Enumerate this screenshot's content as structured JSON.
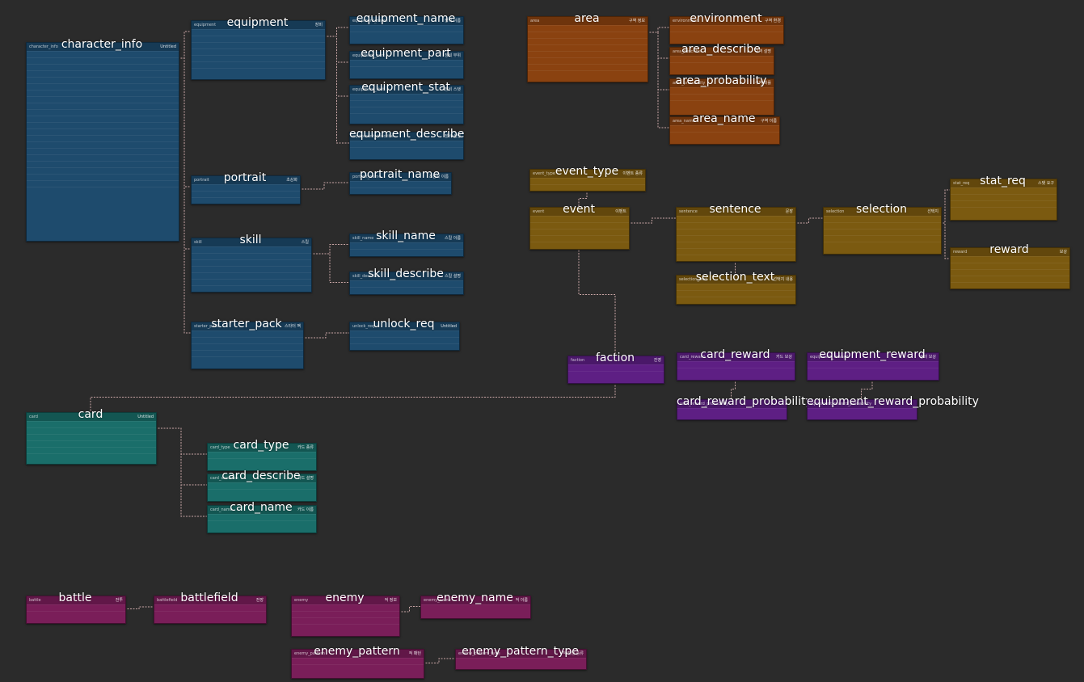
{
  "diagram": {
    "tables": [
      {
        "id": "character_info",
        "name": "character_info",
        "header": "character_info",
        "comment": "Untitled",
        "theme": "blue",
        "rows": 22
      },
      {
        "id": "equipment",
        "name": "equipment",
        "header": "equipment",
        "comment": "장비",
        "theme": "blue",
        "rows": 8
      },
      {
        "id": "equipment_name",
        "name": "equipment_name",
        "header": "equipment_name",
        "comment": "장비 이름",
        "theme": "blue",
        "rows": 2
      },
      {
        "id": "equipment_part",
        "name": "equipment_part",
        "header": "equipment_part",
        "comment": "장비 부위",
        "theme": "blue",
        "rows": 2
      },
      {
        "id": "equipment_stat",
        "name": "equipment_stat",
        "header": "equipment_stat",
        "comment": "장비 스탯",
        "theme": "blue",
        "rows": 4
      },
      {
        "id": "equipment_describe",
        "name": "equipment_describe",
        "header": "equipment_describe",
        "comment": "장비 설명",
        "theme": "blue",
        "rows": 2
      },
      {
        "id": "portrait",
        "name": "portrait",
        "header": "portrait",
        "comment": "초상화",
        "theme": "blue",
        "rows": 3
      },
      {
        "id": "portrait_name",
        "name": "portrait_name",
        "header": "portrait_name",
        "comment": "초상화 이름",
        "theme": "blue",
        "rows": 2
      },
      {
        "id": "skill",
        "name": "skill",
        "header": "skill",
        "comment": "스킬",
        "theme": "blue",
        "rows": 7
      },
      {
        "id": "skill_name",
        "name": "skill_name",
        "header": "skill_name",
        "comment": "스킬 이름",
        "theme": "blue",
        "rows": 2
      },
      {
        "id": "skill_describe",
        "name": "skill_describe",
        "header": "skill_describe",
        "comment": "스킬 설명",
        "theme": "blue",
        "rows": 2
      },
      {
        "id": "starter_pack",
        "name": "starter_pack",
        "header": "starter_pack",
        "comment": "스타터 팩",
        "theme": "blue",
        "rows": 6
      },
      {
        "id": "unlock_req",
        "name": "unlock_req",
        "header": "unlock_req",
        "comment": "Untitled",
        "theme": "blue",
        "rows": 3
      },
      {
        "id": "area",
        "name": "area",
        "header": "area",
        "comment": "구역 정보",
        "theme": "orange",
        "rows": 9
      },
      {
        "id": "environment",
        "name": "environment",
        "header": "environment",
        "comment": "구역 환경",
        "theme": "orange",
        "rows": 2
      },
      {
        "id": "area_describe",
        "name": "area_describe",
        "header": "area_describe",
        "comment": "구역 설명",
        "theme": "orange",
        "rows": 2
      },
      {
        "id": "area_probability",
        "name": "area_probability",
        "header": "area_probability",
        "comment": "구역 확률",
        "theme": "orange",
        "rows": 3
      },
      {
        "id": "area_name",
        "name": "area_name",
        "header": "area_name",
        "comment": "구역 이름",
        "theme": "orange",
        "rows": 2
      },
      {
        "id": "event_type",
        "name": "event_type",
        "header": "event_type",
        "comment": "이벤트 종류",
        "theme": "gold",
        "rows": 2
      },
      {
        "id": "event",
        "name": "event",
        "header": "event",
        "comment": "이벤트",
        "theme": "gold",
        "rows": 5
      },
      {
        "id": "sentence",
        "name": "sentence",
        "header": "sentence",
        "comment": "문장",
        "theme": "gold",
        "rows": 7
      },
      {
        "id": "selection",
        "name": "selection",
        "header": "selection",
        "comment": "선택지",
        "theme": "gold",
        "rows": 6
      },
      {
        "id": "selection_text",
        "name": "selection_text",
        "header": "selection_text",
        "comment": "선택지 내용",
        "theme": "gold",
        "rows": 3
      },
      {
        "id": "stat_req",
        "name": "stat_req",
        "header": "stat_req",
        "comment": "스탯 요구",
        "theme": "gold",
        "rows": 4
      },
      {
        "id": "reward",
        "name": "reward",
        "header": "reward",
        "comment": "보상",
        "theme": "gold",
        "rows": 5
      },
      {
        "id": "faction",
        "name": "faction",
        "header": "faction",
        "comment": "진영",
        "theme": "purple",
        "rows": 2
      },
      {
        "id": "card_reward",
        "name": "card_reward",
        "header": "card_reward",
        "comment": "카드 보상",
        "theme": "purple",
        "rows": 2
      },
      {
        "id": "equipment_reward",
        "name": "equipment_reward",
        "header": "equipment_reward",
        "comment": "장비 보상",
        "theme": "purple",
        "rows": 2
      },
      {
        "id": "card_reward_probability",
        "name": "card_reward_probability",
        "header": "card_reward_probability",
        "comment": "",
        "theme": "purple",
        "rows": 1
      },
      {
        "id": "equipment_reward_probability",
        "name": "equipment_reward_probability",
        "header": "equipment_reward_probability",
        "comment": "",
        "theme": "purple",
        "rows": 1
      },
      {
        "id": "card",
        "name": "card",
        "header": "card",
        "comment": "Untitled",
        "theme": "teal",
        "rows": 7
      },
      {
        "id": "card_type",
        "name": "card_type",
        "header": "card_type",
        "comment": "카드 종류",
        "theme": "teal",
        "rows": 2
      },
      {
        "id": "card_describe",
        "name": "card_describe",
        "header": "card_describe",
        "comment": "카드 설명",
        "theme": "teal",
        "rows": 2
      },
      {
        "id": "card_name",
        "name": "card_name",
        "header": "card_name",
        "comment": "카드 이름",
        "theme": "teal",
        "rows": 2
      },
      {
        "id": "battle",
        "name": "battle",
        "header": "battle",
        "comment": "전투",
        "theme": "magenta",
        "rows": 2
      },
      {
        "id": "battlefield",
        "name": "battlefield",
        "header": "battlefield",
        "comment": "전장",
        "theme": "magenta",
        "rows": 2
      },
      {
        "id": "enemy",
        "name": "enemy",
        "header": "enemy",
        "comment": "적 정보",
        "theme": "magenta",
        "rows": 4
      },
      {
        "id": "enemy_name",
        "name": "enemy_name",
        "header": "enemy_name",
        "comment": "적 이름",
        "theme": "magenta",
        "rows": 1
      },
      {
        "id": "enemy_pattern",
        "name": "enemy_pattern",
        "header": "enemy_pattern",
        "comment": "적 패턴",
        "theme": "magenta",
        "rows": 2
      },
      {
        "id": "enemy_pattern_type",
        "name": "enemy_pattern_type",
        "header": "enemy_pattern_type",
        "comment": "적 패턴 종류",
        "theme": "magenta",
        "rows": 1
      }
    ],
    "relations": [
      [
        "character_info",
        "equipment"
      ],
      [
        "equipment",
        "equipment_name"
      ],
      [
        "equipment",
        "equipment_part"
      ],
      [
        "equipment",
        "equipment_stat"
      ],
      [
        "equipment",
        "equipment_describe"
      ],
      [
        "character_info",
        "portrait"
      ],
      [
        "portrait",
        "portrait_name"
      ],
      [
        "character_info",
        "skill"
      ],
      [
        "skill",
        "skill_name"
      ],
      [
        "skill",
        "skill_describe"
      ],
      [
        "character_info",
        "starter_pack"
      ],
      [
        "starter_pack",
        "unlock_req"
      ],
      [
        "area",
        "environment"
      ],
      [
        "area",
        "area_describe"
      ],
      [
        "area",
        "area_probability"
      ],
      [
        "area",
        "area_name"
      ],
      [
        "event_type",
        "event"
      ],
      [
        "event",
        "sentence"
      ],
      [
        "sentence",
        "selection"
      ],
      [
        "sentence",
        "selection_text"
      ],
      [
        "selection",
        "stat_req"
      ],
      [
        "selection",
        "reward"
      ],
      [
        "faction",
        "event"
      ],
      [
        "faction",
        "card"
      ],
      [
        "card_reward",
        "card_reward_probability"
      ],
      [
        "equipment_reward",
        "equipment_reward_probability"
      ],
      [
        "card",
        "card_type"
      ],
      [
        "card",
        "card_describe"
      ],
      [
        "card",
        "card_name"
      ],
      [
        "battle",
        "battlefield"
      ],
      [
        "enemy",
        "enemy_name"
      ],
      [
        "enemy_pattern",
        "enemy_pattern_type"
      ]
    ]
  }
}
